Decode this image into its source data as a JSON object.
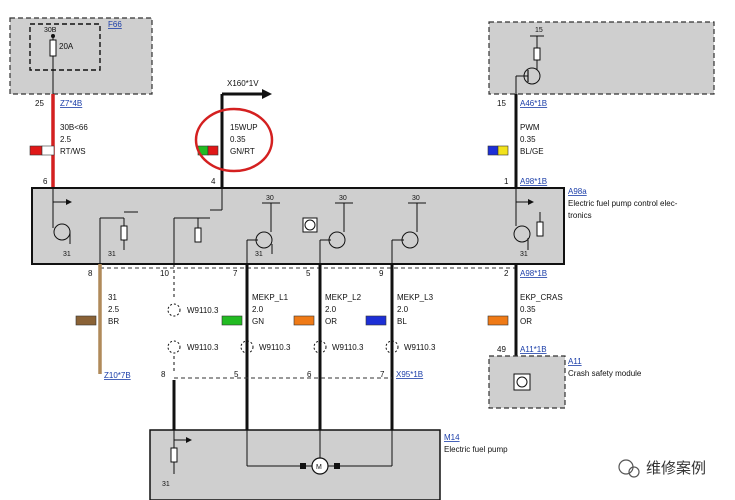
{
  "colors": {
    "module_fill": "#cfcfcf",
    "red_wire": "#d42020",
    "tan_wire": "#b08a5a",
    "callout_circle": "#d42020",
    "swatch_red": "#e01818",
    "swatch_green": "#22bb22",
    "swatch_orange": "#ef7a16",
    "swatch_blue": "#1d2fd6",
    "swatch_yellow": "#f2e21c",
    "swatch_brown": "#8a6236"
  },
  "fuse": {
    "module_id": "F66",
    "terminal": "30B",
    "rating": "20A",
    "pin": "25",
    "connector": "Z7*4B"
  },
  "wire_red": {
    "signal": "30B<66",
    "size": "2.5",
    "color": "RT/WS",
    "pin_bottom": "6"
  },
  "wire_15wup": {
    "connector_top": "X160*1V",
    "signal": "15WUP",
    "size": "0.35",
    "color": "GN/RT",
    "pin_bottom": "4"
  },
  "top_right_module": {
    "supply": "15",
    "pin": "15",
    "connector": "A46*1B"
  },
  "wire_pwm": {
    "signal": "PWM",
    "size": "0.35",
    "color": "BL/GE",
    "pin_bottom": "1",
    "connector": "A98*1B"
  },
  "ecu": {
    "id": "A98a",
    "name": "Electric fuel pump control electronics",
    "name_line1": "Electric fuel pump control elec-",
    "name_line2": "tronics",
    "supply_labels": [
      "30",
      "30",
      "30"
    ],
    "ground_labels": [
      "31",
      "31",
      "31",
      "31"
    ]
  },
  "lower_pins": {
    "p8": "8",
    "p10": "10",
    "p7": "7",
    "p5": "5",
    "p9": "9",
    "p2": "2",
    "connector_right": "A98*1B"
  },
  "wire_ground": {
    "signal": "31",
    "size": "2.5",
    "color": "BR",
    "connector": "Z10*7B"
  },
  "splices": {
    "s1": "W9110.3",
    "s2": "W9110.3",
    "s3": "W9110.3",
    "s4": "W9110.3",
    "s5": "W9110.3"
  },
  "wire_l1": {
    "signal": "MEKP_L1",
    "size": "2.0",
    "color": "GN"
  },
  "wire_l2": {
    "signal": "MEKP_L2",
    "size": "2.0",
    "color": "OR"
  },
  "wire_l3": {
    "signal": "MEKP_L3",
    "size": "2.0",
    "color": "BL"
  },
  "wire_crash": {
    "signal": "EKP_CRAS",
    "size": "0.35",
    "color": "OR",
    "pin": "49",
    "connector": "A11*1B"
  },
  "crash_module": {
    "id": "A11",
    "name": "Crash safety module"
  },
  "bottom_conn": {
    "p8": "8",
    "p5": "5",
    "p6": "6",
    "p7": "7",
    "connector": "X95*1B"
  },
  "pump": {
    "id": "M14",
    "name": "Electric fuel pump"
  },
  "watermark": {
    "text": "维修案例"
  }
}
